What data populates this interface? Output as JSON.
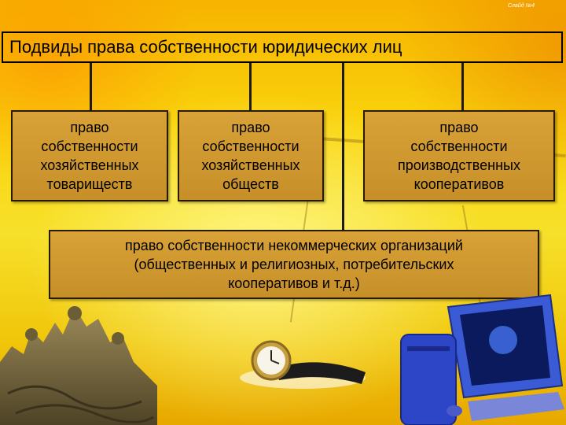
{
  "corner_note": "Слайд №4",
  "title": "Подвиды права собственности юридических лиц",
  "boxes": [
    {
      "text": "право\nсобственности\nхозяйственных\nтовариществ"
    },
    {
      "text": "право\nсобственности\nхозяйственных\nобществ"
    },
    {
      "text": "право\nсобственности\nпроизводственных\nкооперативов"
    }
  ],
  "wide_box": {
    "text": "право собственности некоммерческих организаций\n(общественных и религиозных, потребительских\nкооперативов и т.д.)"
  },
  "decor": {
    "statue": "statue-illustration",
    "watch": "wristwatch-illustration",
    "computer": "computer-illustration"
  }
}
